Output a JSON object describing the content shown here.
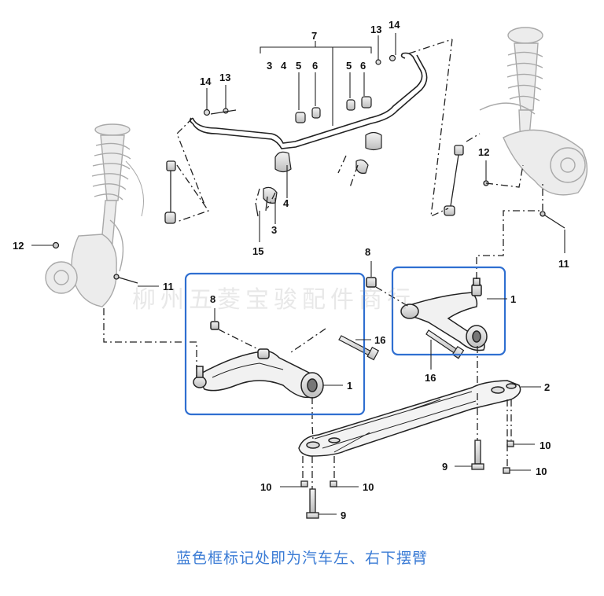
{
  "callouts": {
    "c1_right": "1",
    "c1_left": "1",
    "c2": "2",
    "c3_top": "3",
    "c3_bottom": "3",
    "c4_top": "4",
    "c4_bottom": "4",
    "c5_a": "5",
    "c5_b": "5",
    "c6_a": "6",
    "c6_b": "6",
    "c7": "7",
    "c8_left": "8",
    "c8_right": "8",
    "c9_left": "9",
    "c9_right": "9",
    "c10_a": "10",
    "c10_b": "10",
    "c10_c": "10",
    "c10_d": "10",
    "c11_left": "11",
    "c11_right": "11",
    "c12_left": "12",
    "c12_right": "12",
    "c13_left": "13",
    "c13_right": "13",
    "c14_left": "14",
    "c14_right": "14",
    "c15": "15",
    "c16_left": "16",
    "c16_right": "16"
  },
  "caption": "蓝色框标记处即为汽车左、右下摆臂",
  "watermark": "柳州五菱宝骏配件商行",
  "colors": {
    "highlight": "#2f6fd1",
    "caption": "#3a7bd5",
    "line": "#222222",
    "ghost": "#b8b8b8"
  }
}
